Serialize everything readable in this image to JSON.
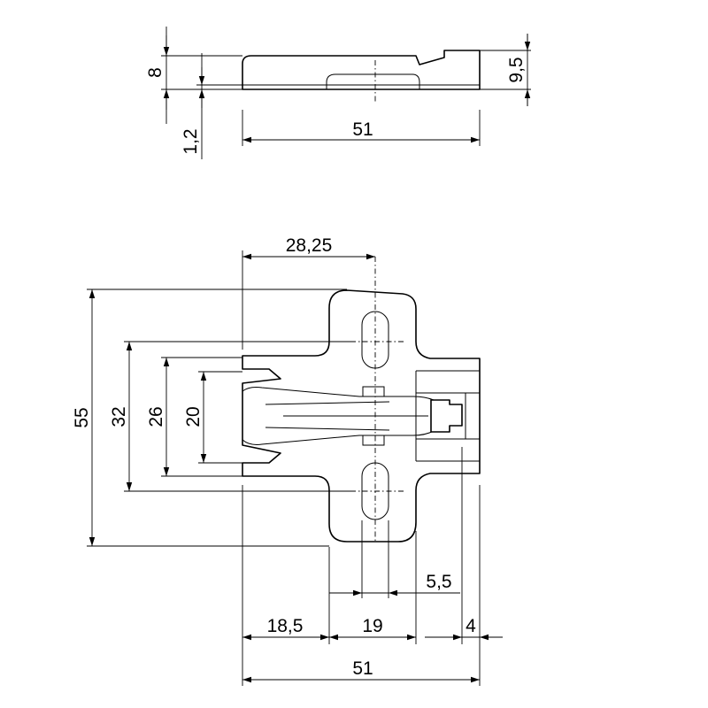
{
  "dimensions": {
    "side_height": "8",
    "side_plate_thickness": "1,2",
    "side_total_height": "9,5",
    "side_width": "51",
    "top_offset": "28,25",
    "total_height": "55",
    "slot_spacing": "32",
    "inner_height": "26",
    "channel_height": "20",
    "dim_5_5": "5,5",
    "dim_18_5": "18,5",
    "dim_19": "19",
    "dim_4": "4",
    "bottom_width": "51"
  }
}
